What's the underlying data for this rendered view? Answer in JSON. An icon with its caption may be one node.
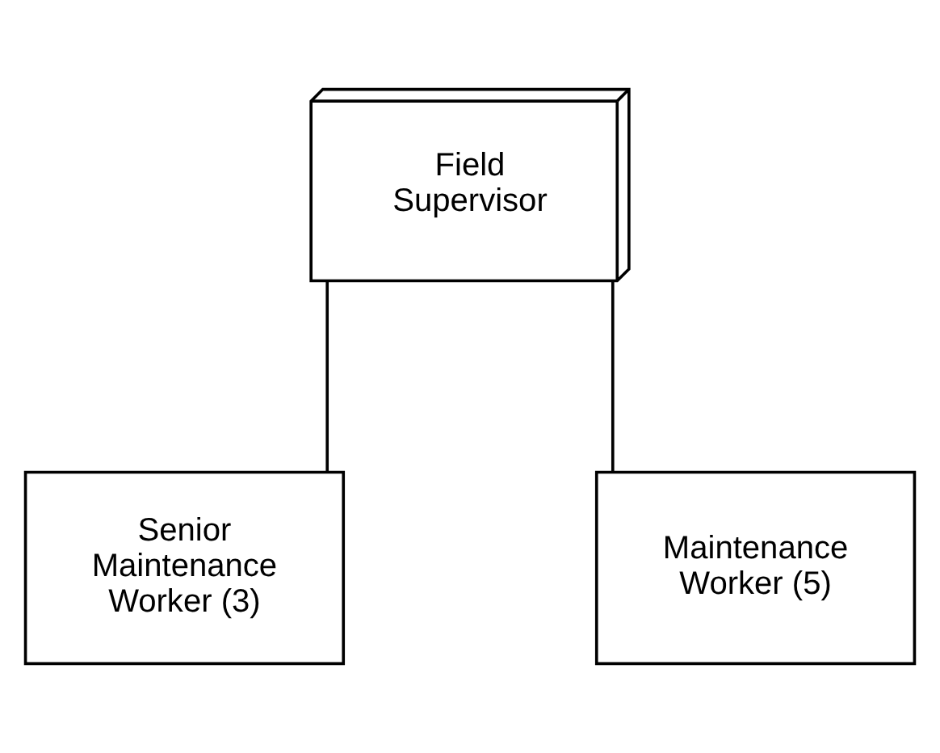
{
  "diagram": {
    "nodes": [
      {
        "text": [
          "Field Supervisor"
        ]
      },
      {
        "text": [
          "Senior Maintenance Worker (3)"
        ]
      },
      {
        "text": [
          "Maintenance Worker (5)"
        ]
      }
    ],
    "edges": [
      {
        "from": 0,
        "to": 1,
        "arrow": "none"
      },
      {
        "from": 0,
        "to": 2,
        "arrow": "none"
      }
    ]
  }
}
